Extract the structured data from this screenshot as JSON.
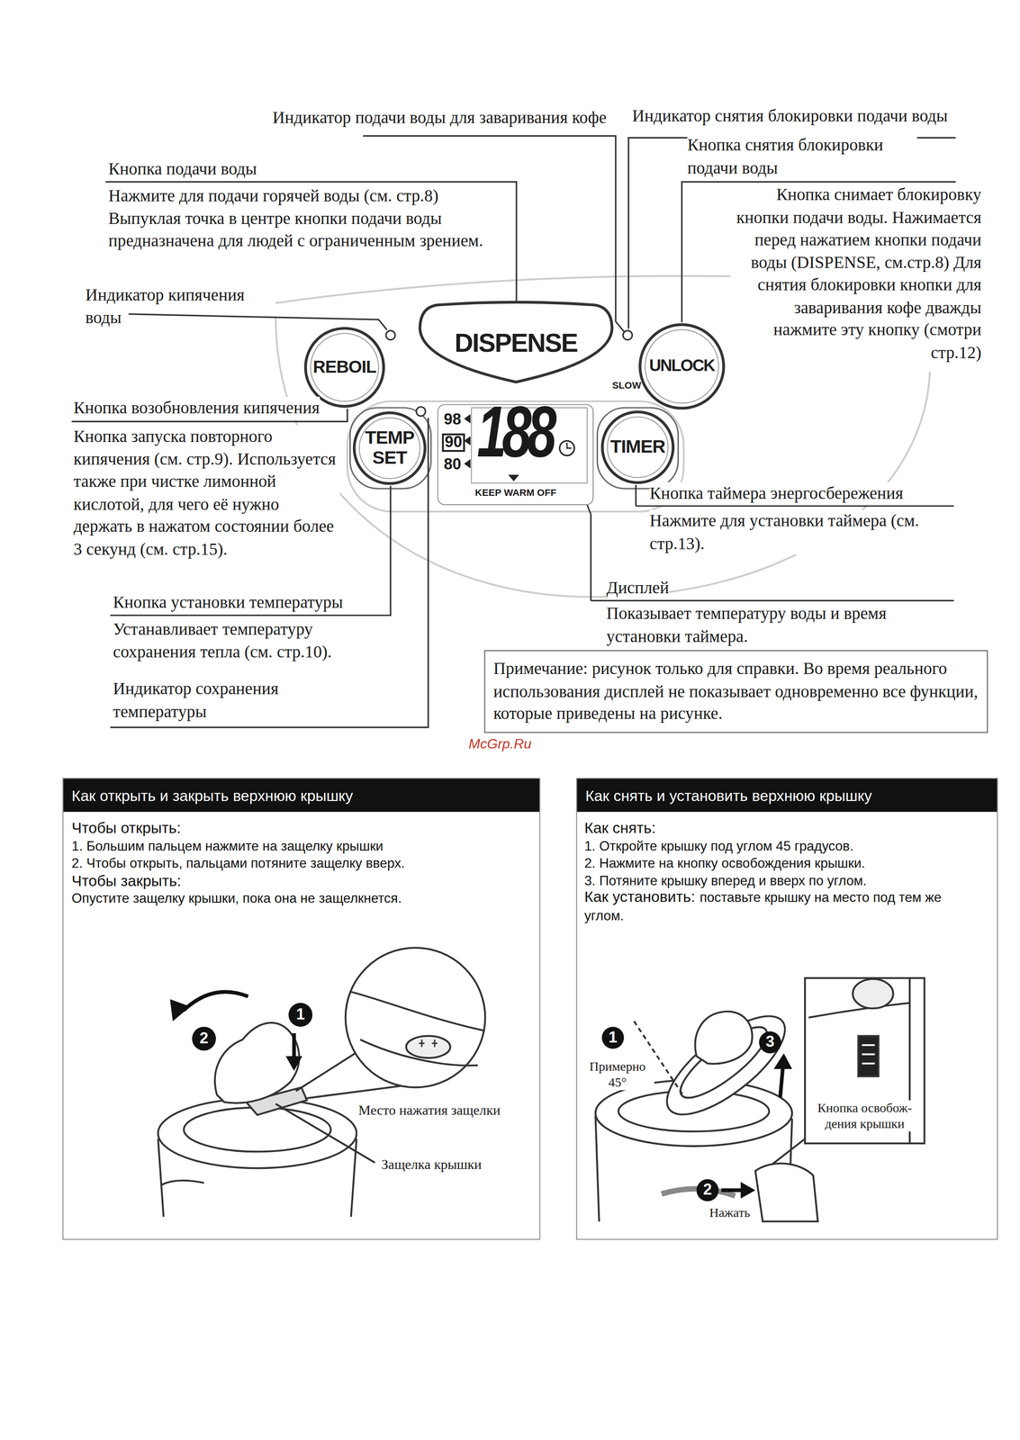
{
  "diagram": {
    "nodes": [
      {
        "text": [
          "REBOIL"
        ]
      },
      {
        "text": [
          "DISPENSE"
        ]
      },
      {
        "text": [
          "UNLOCK"
        ]
      },
      {
        "text": [
          "TEMP SET"
        ]
      },
      {
        "text": [
          "98",
          "90",
          "80",
          "188",
          "KEEP WARM OFF"
        ]
      },
      {
        "text": [
          "TIMER"
        ]
      },
      {
        "text": [
          "Примечание: рисунок только для справки. Во время реального использования дисплей не показывает одновременно все функции, которые приведены на рисунке."
        ]
      },
      {
        "text": [
          "Чтобы открыть:",
          "1. Большим пальцем нажмите на защелку крышки",
          "2. Чтобы открыть, пальцами потяните защелку вверх.",
          "Чтобы закрыть:",
          "Опустите защелку крышки, пока она не защелкнется."
        ]
      },
      {
        "text": [
          "Как открыть и закрыть верхнюю крышку"
        ],
        "in": 7
      },
      {
        "text": [
          "Как снять:",
          "1. Откройте крышку под углом 45 градусов.",
          "2. Нажмите на кнопку освобождения крышки.",
          "3. Потяните крышку вперед и вверх по углом.",
          "Как установить:",
          "поставьте крышку на место под тем же углом."
        ]
      },
      {
        "text": [
          "Как снять и установить верхнюю крышку"
        ],
        "in": 9
      }
    ],
    "labels": [
      "Индикатор подачи воды для заваривания кофе",
      "Индикатор снятия блокировки подачи воды",
      "Кнопка снятия блокировки подачи воды",
      "Кнопка снимает блокировку кнопки подачи воды. Нажимается перед нажатием кнопки подачи воды (DISPENSE, см.стр.8) Для снятия блокировки кнопки для заваривания кофе дважды нажмите эту кнопку (смотри стр.12)",
      "Кнопка подачи воды",
      "Нажмите для подачи горячей воды (см. стр.8) Выпуклая точка в центре кнопки подачи воды предназначена для людей с ограниченным зрением.",
      "Индикатор кипячения воды",
      "SLOW",
      "Кнопка возобновления кипячения",
      "Кнопка запуска повторного кипячения (см. стр.9). Используется также при чистке лимонной кислотой, для чего её нужно держать в нажатом состоянии более 3 секунд (см. стр.15).",
      "Кнопка таймера энергосбережения",
      "Нажмите для установки таймера (см. стр.13).",
      "Дисплей",
      "Показывает температуру воды и время установки таймера.",
      "Кнопка установки температуры",
      "Устанавливает температуру сохранения тепла (см. стр.10).",
      "Индикатор сохранения температуры",
      "McGrp.Ru",
      "2",
      "1",
      "Место нажатия защелки",
      "Защелка крышки",
      "1",
      "3",
      "Примерно 45°",
      "Кнопка освобож- дения крышки",
      "2",
      "Нажать"
    ]
  }
}
